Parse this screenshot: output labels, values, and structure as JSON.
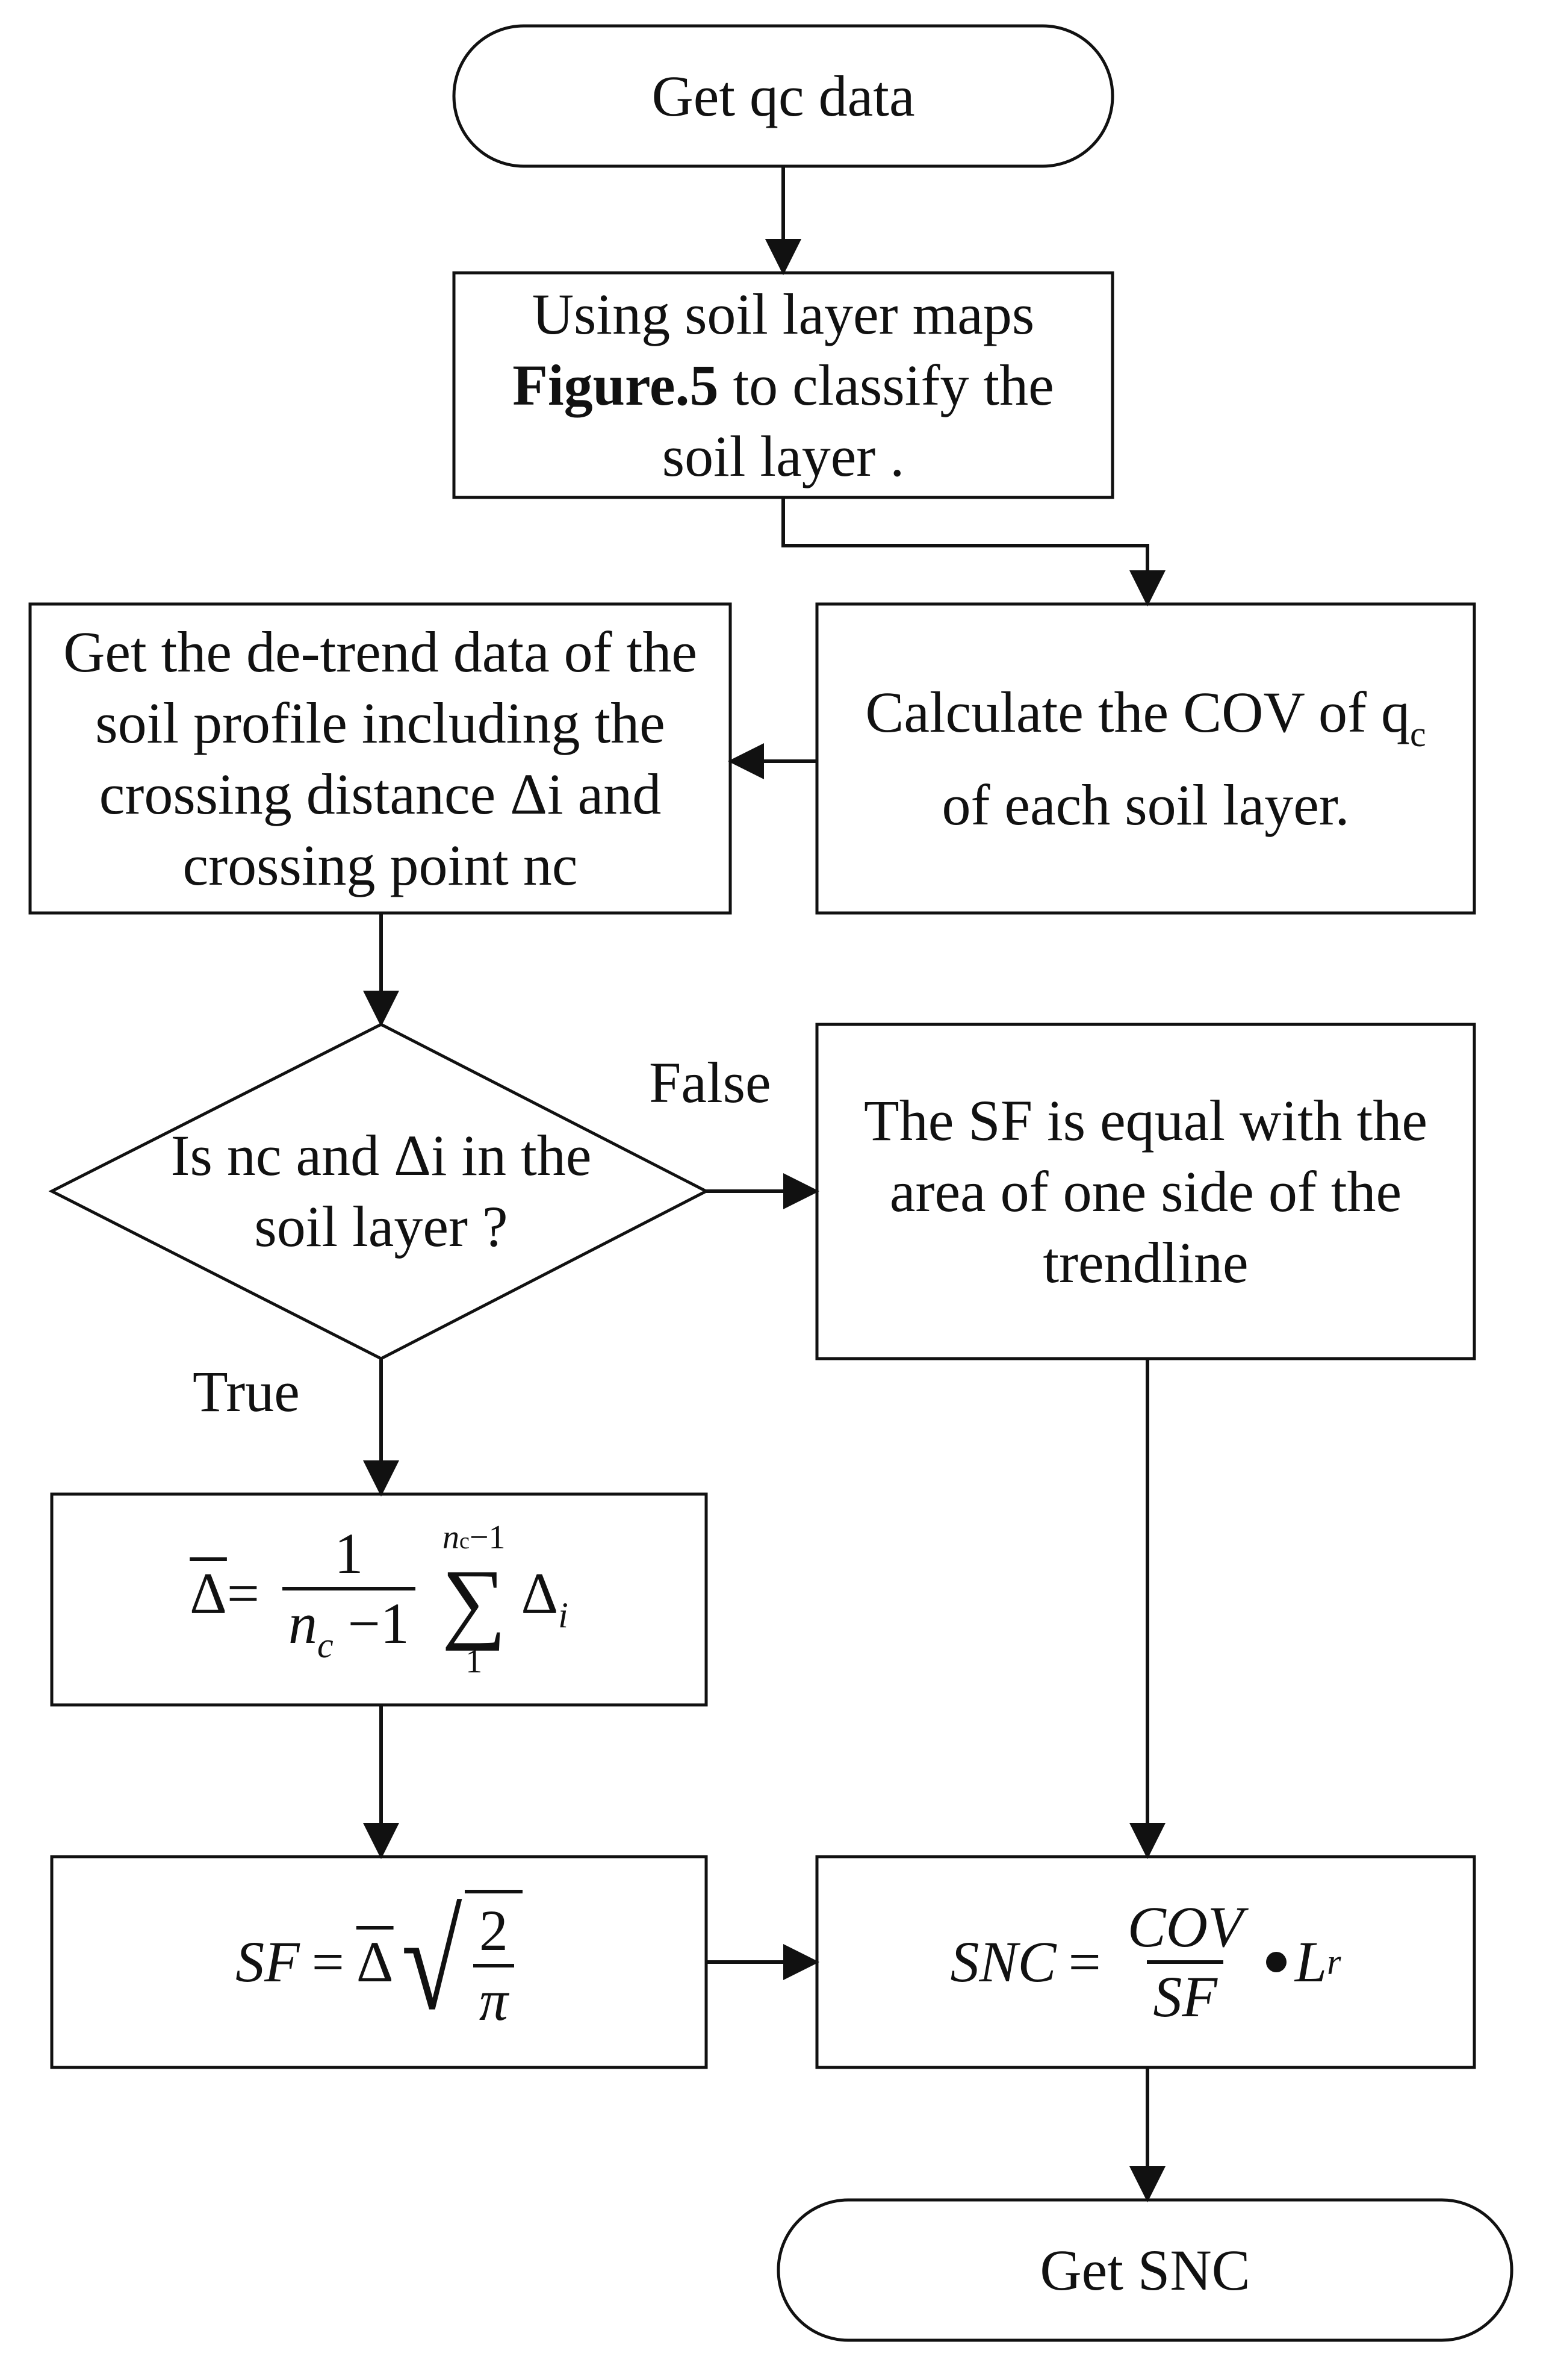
{
  "nodes": {
    "start": {
      "text": "Get qc data"
    },
    "classify": {
      "line1": "Using soil layer maps",
      "line2_bold": "Figure.5",
      "line2_rest": " to classify the",
      "line3": "soil layer ."
    },
    "cov": {
      "line1_pre": "Calculate the COV of q",
      "line1_sub": "c",
      "line2": "of each soil layer."
    },
    "detrend": {
      "line1": "Get the de-trend data of the",
      "line2": "soil profile including the",
      "line3": "crossing distance Δi and",
      "line4": "crossing point nc"
    },
    "decision": {
      "line1": "Is nc and Δi in the",
      "line2": "soil layer ?"
    },
    "sf_false": {
      "line1": "The SF is equal with the",
      "line2": "area of one side of  the",
      "line3": "trendline"
    },
    "mean_delta": {
      "lhs": "Δ",
      "eq": "=",
      "num": "1",
      "den_n": "n",
      "den_sub": "c",
      "den_rest": " −1",
      "sum_top": "n",
      "sum_top_sub": "c",
      "sum_top_rest": "−1",
      "sum_bottom": "1",
      "sum_symbol": "∑",
      "term": "Δ",
      "term_sub": "i"
    },
    "sf_formula": {
      "lhs": "SF",
      "eq": "=",
      "delta": "Δ",
      "num": "2",
      "den": "π"
    },
    "snc_formula": {
      "lhs": "SNC",
      "eq": "=",
      "num": "COV",
      "den": "SF",
      "factor": "L",
      "factor_sub": "r"
    },
    "end": {
      "text": "Get SNC"
    }
  },
  "edge_labels": {
    "false": "False",
    "true": "True"
  }
}
